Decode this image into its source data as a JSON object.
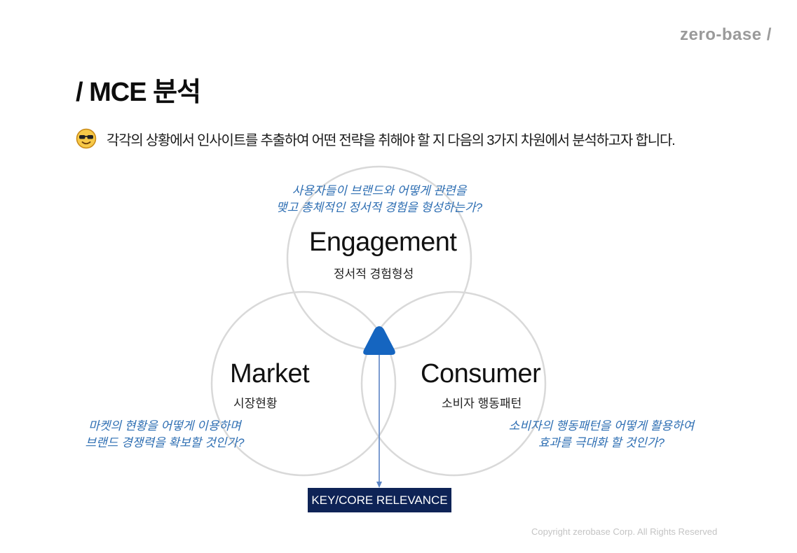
{
  "header": {
    "logo": "zero-base /",
    "title": "/ MCE 분석"
  },
  "intro": {
    "icon": "sunglasses-emoji-icon",
    "text": "각각의 상황에서 인사이트를 추출하여 어떤 전략을 취해야 할 지 다음의 3가지 차원에서 분석하고자 합니다."
  },
  "diagram": {
    "engagement": {
      "title": "Engagement",
      "subtitle": "정서적 경험형성",
      "question_lines": [
        "사용자들이 브랜드와 어떻게 관련을",
        "맺고 총체적인 정서적 경험을 형성하는가?"
      ]
    },
    "market": {
      "title": "Market",
      "subtitle": "시장현황",
      "question_lines": [
        "마켓의 현황을 어떻게 이용하며",
        "브랜드 경쟁력을 확보할 것인가?"
      ]
    },
    "consumer": {
      "title": "Consumer",
      "subtitle": "소비자 행동패턴",
      "question_lines": [
        "소비자의 행동패턴을 어떻게 활용하여",
        "효과를 극대화 할 것인가?"
      ]
    },
    "key_label": "KEY/CORE RELEVANCE"
  },
  "colors": {
    "accent_blue": "#1565c0",
    "question_blue": "#2f6fb3",
    "key_box_navy": "#0e2356",
    "circle_stroke": "#d9d9d9"
  },
  "footer": {
    "copyright": "Copyright zerobase Corp. All Rights Reserved"
  }
}
